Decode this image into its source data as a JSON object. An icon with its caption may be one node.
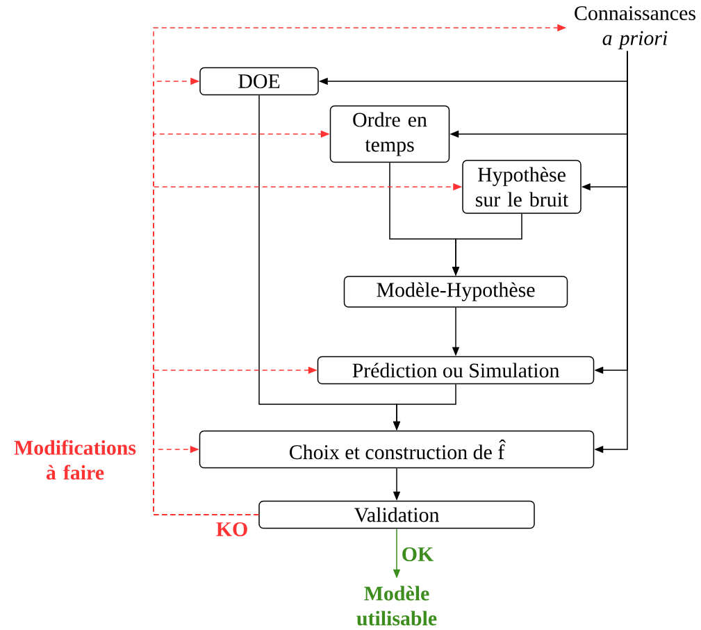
{
  "diagram": {
    "nodes": [
      {
        "text": [
          "Connaissances *a priori*"
        ]
      },
      {
        "text": [
          "DOE"
        ]
      },
      {
        "text": [
          "Ordre en temps"
        ]
      },
      {
        "text": [
          "Hypothèse sur le bruit"
        ]
      },
      {
        "text": [
          "Modèle-Hypothèse"
        ]
      },
      {
        "text": [
          "Prédiction ou Simulation"
        ]
      },
      {
        "text": [
          "Choix et construction de f̂"
        ]
      },
      {
        "text": [
          "Validation"
        ]
      },
      {
        "text": [
          "Modèle utilisable"
        ]
      }
    ],
    "edges": [
      {
        "from": 0,
        "to": 1,
        "arrow": "to"
      },
      {
        "from": 0,
        "to": 2,
        "arrow": "to"
      },
      {
        "from": 0,
        "to": 3,
        "arrow": "to"
      },
      {
        "from": 0,
        "to": 5,
        "arrow": "to"
      },
      {
        "from": 0,
        "to": 6,
        "arrow": "to"
      },
      {
        "from": 1,
        "to": 6,
        "arrow": "to"
      },
      {
        "from": 2,
        "to": 4,
        "arrow": "to"
      },
      {
        "from": 3,
        "to": 4,
        "arrow": "to"
      },
      {
        "from": 4,
        "to": 5,
        "arrow": "to"
      },
      {
        "from": 5,
        "to": 6,
        "arrow": "to"
      },
      {
        "from": 6,
        "to": 7,
        "arrow": "to"
      },
      {
        "from": 7,
        "to": 8,
        "arrow": "to",
        "label": "OK",
        "color": "#3c8c1e"
      },
      {
        "from": 7,
        "to": 0,
        "arrow": "to",
        "label": "KO",
        "style": "dashed",
        "color": "#ff3333"
      },
      {
        "from": 7,
        "to": 1,
        "arrow": "to",
        "style": "dashed",
        "color": "#ff3333"
      },
      {
        "from": 7,
        "to": 2,
        "arrow": "to",
        "style": "dashed",
        "color": "#ff3333"
      },
      {
        "from": 7,
        "to": 3,
        "arrow": "to",
        "style": "dashed",
        "color": "#ff3333"
      },
      {
        "from": 7,
        "to": 5,
        "arrow": "to",
        "style": "dashed",
        "color": "#ff3333"
      },
      {
        "from": 7,
        "to": 6,
        "arrow": "to",
        "style": "dashed",
        "color": "#ff3333"
      }
    ],
    "labels": [
      "Modifications à faire"
    ]
  }
}
